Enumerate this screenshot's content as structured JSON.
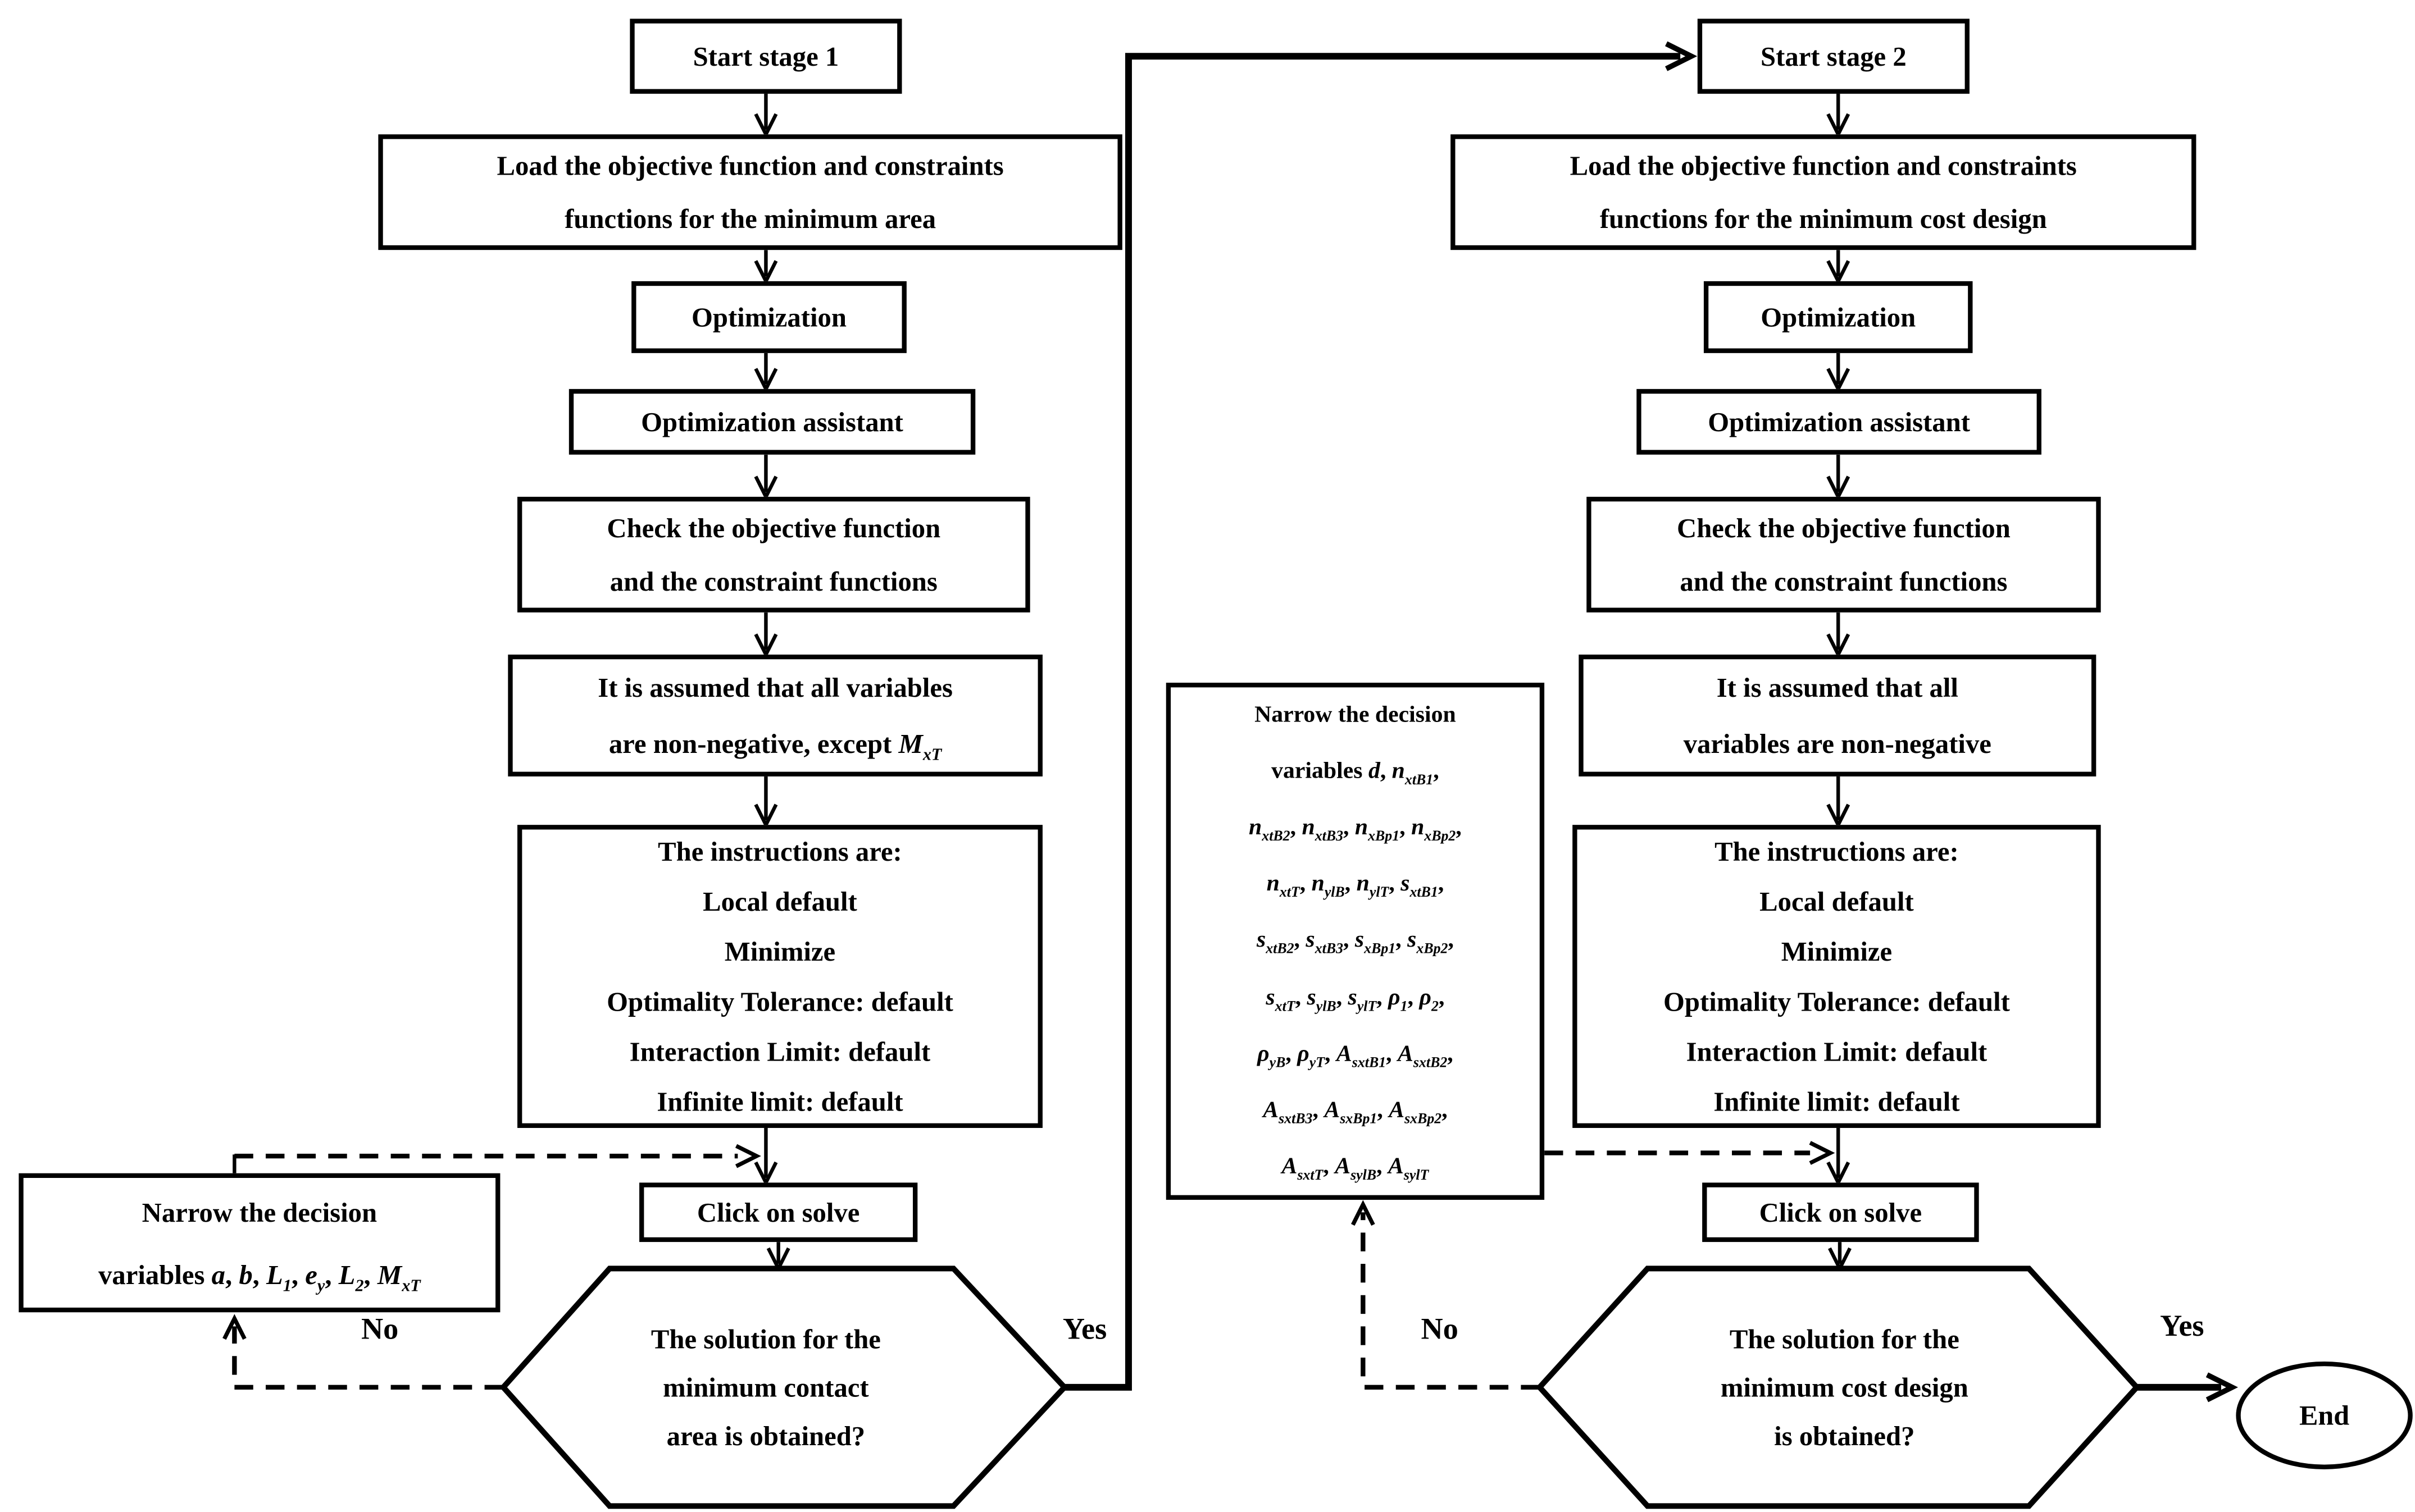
{
  "canvas": {
    "background": "#ffffff",
    "line_color": "#000000"
  },
  "stage1": {
    "start": "Start stage 1",
    "load_html": "Load the objective function and constraints<br>functions for the minimum area",
    "optimization": "Optimization",
    "assistant": "Optimization assistant",
    "check_html": "Check the objective function<br>and the constraint functions",
    "assume_html": "It is assumed that all variables<br>are non-negative, except <i>M<sub>xT</sub></i>",
    "instructions_html": "The instructions are:<br>Local default<br>Minimize<br>Optimality Tolerance: default<br>Interaction Limit: default<br>Infinite limit: default",
    "click": "Click on solve",
    "decision_html": "The solution for the<br>minimum contact<br>area is obtained?",
    "narrow_html": "Narrow the decision<br>variables <i>a</i>, <i>b</i>, <i>L<sub>1</sub></i>, <i>e<sub>y</sub></i>, <i>L<sub>2</sub></i>, <i>M<sub>xT</sub></i>",
    "yes_label": "Yes",
    "no_label": "No"
  },
  "stage2": {
    "start": "Start stage 2",
    "load_html": "Load the objective function and constraints<br>functions for the minimum cost design",
    "optimization": "Optimization",
    "assistant": "Optimization assistant",
    "check_html": "Check the objective function<br>and the constraint functions",
    "assume_html": "It is assumed that all<br>variables are non-negative",
    "instructions_html": "The instructions are:<br>Local default<br>Minimize<br>Optimality Tolerance: default<br>Interaction Limit: default<br>Infinite limit: default",
    "click": "Click on solve",
    "decision_html": "The solution for the<br>minimum cost design<br>is obtained?",
    "narrow_html": "Narrow the decision<br>variables <i>d</i>, <i>n<sub>xtB1</sub></i>,<br><i>n<sub>xtB2</sub></i>, <i>n<sub>xtB3</sub></i>, <i>n<sub>xBp1</sub></i>, <i>n<sub>xBp2</sub></i>,<br><i>n<sub>xtT</sub></i>, <i>n<sub>ylB</sub></i>, <i>n<sub>ylT</sub></i>, <i>s<sub>xtB1</sub></i>,<br><i>s<sub>xtB2</sub></i>, <i>s<sub>xtB3</sub></i>, <i>s<sub>xBp1</sub></i>, <i>s<sub>xBp2</sub></i>,<br><i>s<sub>xtT</sub></i>, <i>s<sub>ylB</sub></i>, <i>s<sub>ylT</sub></i>, <i>&rho;<sub>1</sub></i>, <i>&rho;<sub>2</sub></i>,<br><i>&rho;<sub>yB</sub></i>, <i>&rho;<sub>yT</sub></i>, <i>A<sub>sxtB1</sub></i>, <i>A<sub>sxtB2</sub></i>,<br><i>A<sub>sxtB3</sub></i>, <i>A<sub>sxBp1</sub></i>, <i>A<sub>sxBp2</sub></i>,<br><i>A<sub>sxtT</sub></i>, <i>A<sub>sylB</sub></i>, <i>A<sub>sylT</sub></i>",
    "yes_label": "Yes",
    "no_label": "No"
  },
  "end_label": "End"
}
